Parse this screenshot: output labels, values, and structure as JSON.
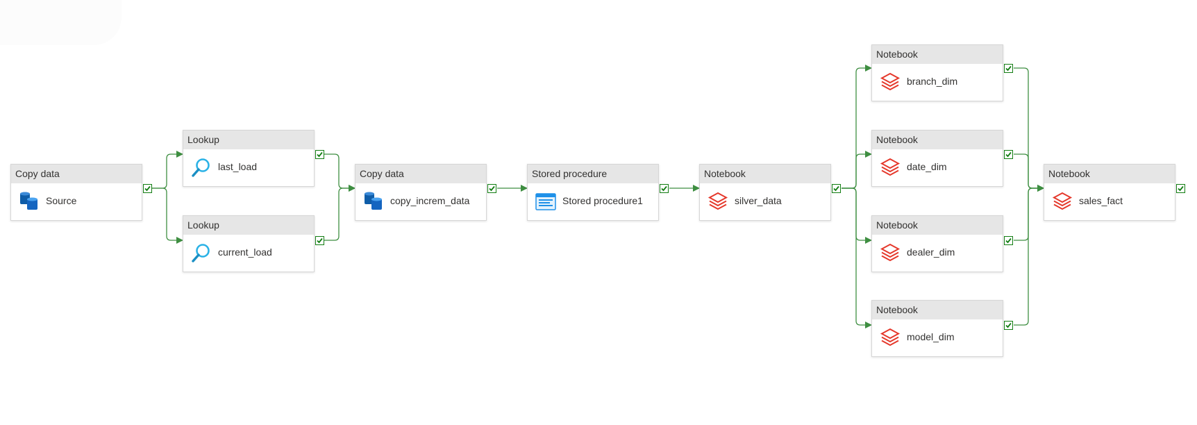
{
  "colors": {
    "connector": "#3e8e41",
    "success": "#107c10",
    "header_bg": "#e6e6e6",
    "copy_icon": "#0f5da8",
    "lookup_icon": "#2bb2e6",
    "notebook_icon": "#e5382b",
    "stored_proc_icon": "#1e90e8"
  },
  "activities": [
    {
      "type": "Copy data",
      "name": "Source",
      "icon": "copy-data-icon"
    },
    {
      "type": "Lookup",
      "name": "last_load",
      "icon": "lookup-icon"
    },
    {
      "type": "Lookup",
      "name": "current_load",
      "icon": "lookup-icon"
    },
    {
      "type": "Copy data",
      "name": "copy_increm_data",
      "icon": "copy-data-icon"
    },
    {
      "type": "Stored procedure",
      "name": "Stored procedure1",
      "icon": "stored-procedure-icon"
    },
    {
      "type": "Notebook",
      "name": "silver_data",
      "icon": "databricks-notebook-icon"
    },
    {
      "type": "Notebook",
      "name": "branch_dim",
      "icon": "databricks-notebook-icon"
    },
    {
      "type": "Notebook",
      "name": "date_dim",
      "icon": "databricks-notebook-icon"
    },
    {
      "type": "Notebook",
      "name": "dealer_dim",
      "icon": "databricks-notebook-icon"
    },
    {
      "type": "Notebook",
      "name": "model_dim",
      "icon": "databricks-notebook-icon"
    },
    {
      "type": "Notebook",
      "name": "sales_fact",
      "icon": "databricks-notebook-icon"
    }
  ]
}
